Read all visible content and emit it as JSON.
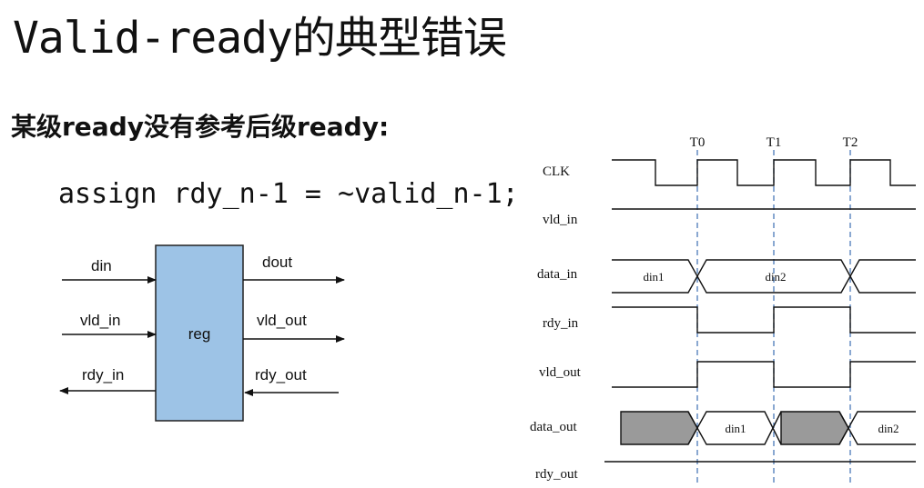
{
  "slide": {
    "title": "Valid-ready的典型错误",
    "subtitle": "某级ready没有参考后级ready:",
    "code": "assign rdy_n-1 = ~valid_n-1;"
  },
  "block": {
    "name": "reg",
    "inputs": [
      "din",
      "vld_in"
    ],
    "outputs": [
      "dout",
      "vld_out"
    ],
    "rdy_in": "rdy_in",
    "rdy_out": "rdy_out",
    "fill_color": "#9dc3e6"
  },
  "timing": {
    "markers": [
      "T0",
      "T1",
      "T2"
    ],
    "signals": {
      "clk": "CLK",
      "vld_in": "vld_in",
      "data_in": "data_in",
      "rdy_in": "rdy_in",
      "vld_out": "vld_out",
      "data_out": "data_out",
      "rdy_out": "rdy_out"
    },
    "data_in_values": [
      "din1",
      "din2"
    ],
    "data_out_values": [
      "din1",
      "din2"
    ],
    "marker_line_color": "#4a7ab8",
    "invalid_fill_color": "#9a9a9a"
  }
}
